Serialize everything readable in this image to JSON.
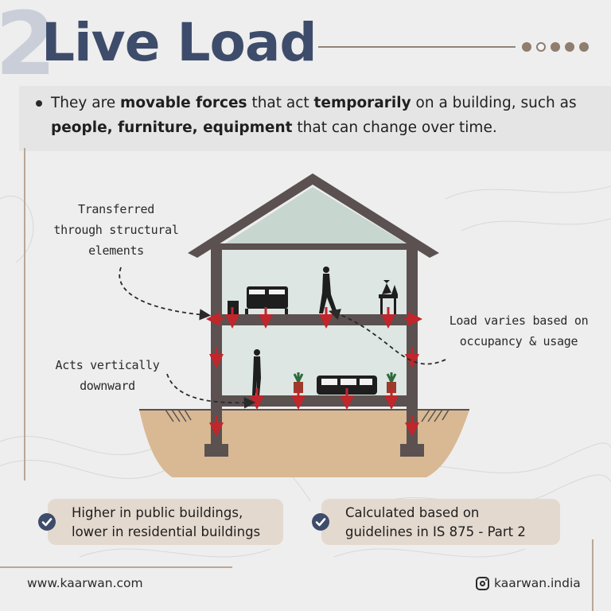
{
  "header": {
    "number": "2",
    "title": "Live Load",
    "pager": {
      "total": 5,
      "active_index": 1
    }
  },
  "intro": {
    "parts": [
      {
        "text": "They are ",
        "bold": false
      },
      {
        "text": "movable forces",
        "bold": true
      },
      {
        "text": " that act ",
        "bold": false
      },
      {
        "text": "temporarily",
        "bold": true
      },
      {
        "text": " on a building, such as ",
        "bold": false
      },
      {
        "text": "people, furniture, equipment",
        "bold": true
      },
      {
        "text": " that can change over time.",
        "bold": false
      }
    ]
  },
  "annotations": {
    "transferred_line1": "Transferred",
    "transferred_line2": "through structural",
    "transferred_line3": "elements",
    "vertical_line1": "Acts vertically",
    "vertical_line2": "downward",
    "varies_line1": "Load varies based on",
    "varies_line2": "occupancy & usage"
  },
  "cards": [
    {
      "line1": "Higher in public buildings,",
      "line2": "lower in residential buildings"
    },
    {
      "line1": "Calculated based on",
      "line2": "guidelines in IS 875 - Part 2"
    }
  ],
  "footer": {
    "website": "www.kaarwan.com",
    "instagram": "kaarwan.india"
  },
  "colors": {
    "title": "#3e4c6b",
    "accent_brown": "#8f7d6e",
    "structure": "#5b5150",
    "arrow_red": "#c0262b",
    "roof_fill": "#c7d6cf",
    "room_fill": "#dde6e3",
    "ground": "#d8b993",
    "card_bg": "#e3d9cf"
  },
  "icons": {
    "check": "check-circle-icon",
    "instagram": "instagram-icon"
  }
}
